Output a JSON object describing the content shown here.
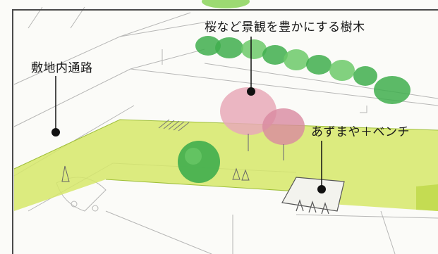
{
  "labels": {
    "feature_trees": "桜など景観を豊かにする樹木",
    "site_road": "敷地内通路",
    "gazebo_bench": "あずまや＋ベンチ"
  },
  "colors": {
    "lawn": "#d6e86a",
    "lawn_dark": "#b9d63f",
    "tree_green": "#3fae4e",
    "tree_green_light": "#6cc96a",
    "cherry_pink": "#e7a9b8",
    "cherry_pink_dark": "#d98aa0",
    "line": "#444444",
    "marker": "#111111",
    "accent_top": "#8bd35a"
  },
  "icons": {
    "marker": "callout-dot-icon"
  }
}
